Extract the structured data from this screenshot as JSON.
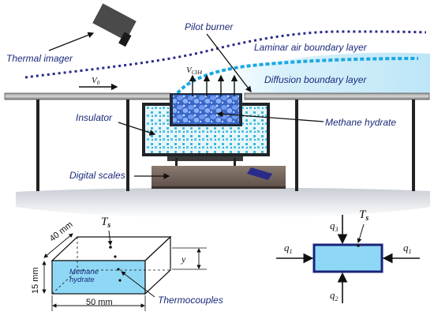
{
  "labels": {
    "thermal_imager": "Thermal imager",
    "pilot_burner": "Pilot burner",
    "laminar_layer": "Laminar air boundary layer",
    "diffusion_layer": "Diffusion boundary layer",
    "insulator": "Insulator",
    "methane_hydrate": "Methane hydrate",
    "digital_scales": "Digital scales",
    "v0": "V",
    "v0_sub": "0",
    "vch4": "V",
    "vch4_sub": "CH4"
  },
  "sample": {
    "ts": "T",
    "ts_sub": "s",
    "width": "40 mm",
    "height": "15 mm",
    "length": "50 mm",
    "y": "y",
    "methane_line1": "Methane",
    "methane_line2": "hydrate",
    "thermocouples": "Thermocouples"
  },
  "heat": {
    "q1_left": "q",
    "q1_left_sub": "1",
    "q1_right": "q",
    "q1_right_sub": "1",
    "q3": "q",
    "q3_sub": "3",
    "q2": "q",
    "q2_sub": "2",
    "ts": "T",
    "ts_sub": "s"
  },
  "colors": {
    "label_text": "#1b2a7a",
    "hydrate_blue": "#4a7fe0",
    "insulator_cyan": "#3fb8d8",
    "sample_fill": "#8fd8f5",
    "dotted_line": "#2a2a8a",
    "diffusion_line": "#1aa8e0"
  }
}
